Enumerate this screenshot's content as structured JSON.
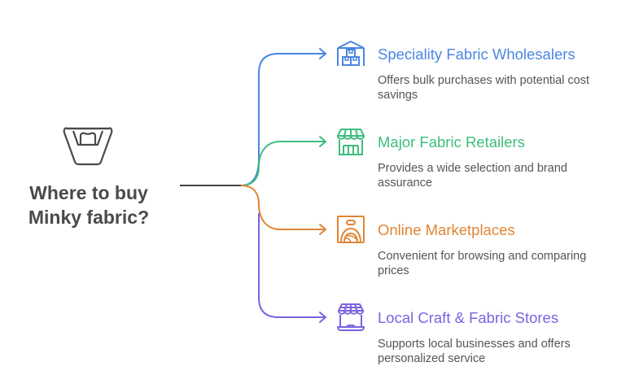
{
  "root": {
    "title_line1": "Where to buy",
    "title_line2": "Minky fabric?",
    "icon": "fabric-basket-icon",
    "color": "#4a4a4a"
  },
  "branches": [
    {
      "title": "Speciality Fabric Wholesalers",
      "description_line1": "Offers bulk purchases with potential cost",
      "description_line2": "savings",
      "icon": "warehouse-boxes-icon",
      "color": "#4a86e0"
    },
    {
      "title": "Major Fabric Retailers",
      "description_line1": "Provides a wide selection and brand",
      "description_line2": "assurance",
      "icon": "storefront-awning-icon",
      "color": "#3dbd7d"
    },
    {
      "title": "Online Marketplaces",
      "description_line1": "Convenient for browsing and comparing",
      "description_line2": "prices",
      "icon": "online-shopping-bag-icon",
      "color": "#e08535"
    },
    {
      "title": "Local Craft & Fabric Stores",
      "description_line1": "Supports local businesses and offers",
      "description_line2": "personalized service",
      "icon": "local-shop-icon",
      "color": "#7b63e0"
    }
  ]
}
